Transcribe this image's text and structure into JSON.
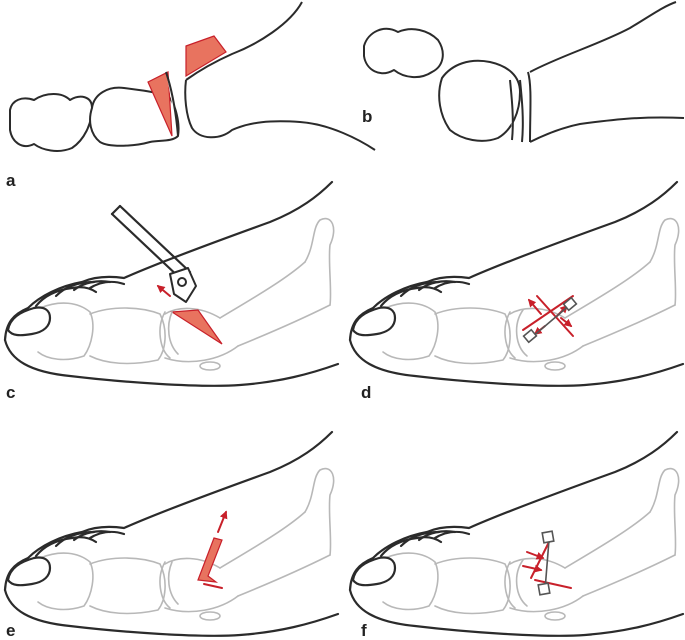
{
  "panels": [
    {
      "id": "a",
      "label": "a"
    },
    {
      "id": "b",
      "label": "b"
    },
    {
      "id": "c",
      "label": "c"
    },
    {
      "id": "d",
      "label": "d"
    },
    {
      "id": "e",
      "label": "e"
    },
    {
      "id": "f",
      "label": "f"
    }
  ],
  "colors": {
    "outline": "#2b2b2b",
    "bone_faint": "#b8b8b8",
    "wedge_fill": "#e8735f",
    "accent_red": "#c8202a"
  }
}
